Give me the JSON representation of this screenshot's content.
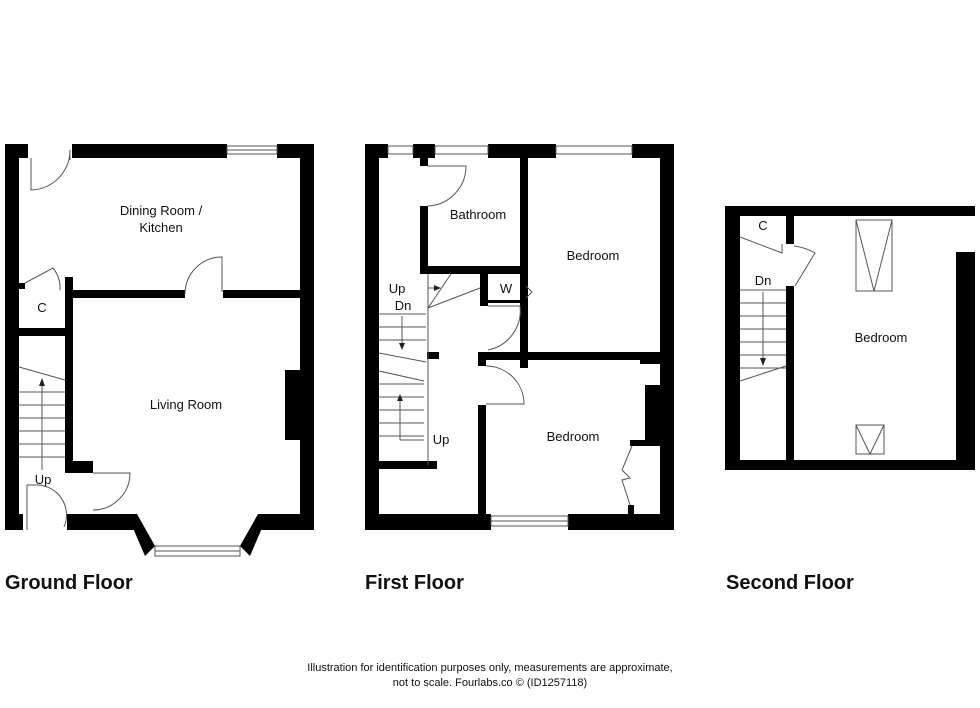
{
  "floors": [
    {
      "title": "Ground Floor",
      "rooms": [
        "Dining Room /",
        "Kitchen",
        "C",
        "Living Room"
      ],
      "stairs_label": "Up"
    },
    {
      "title": "First Floor",
      "rooms": [
        "Bathroom",
        "Bedroom",
        "W",
        "Bedroom"
      ],
      "stairs_labels": [
        "Up",
        "Dn",
        "Up"
      ]
    },
    {
      "title": "Second Floor",
      "rooms": [
        "C",
        "Bedroom"
      ],
      "stairs_label": "Dn"
    }
  ],
  "disclaimer": {
    "line1": "Illustration for identification purposes only, measurements are approximate,",
    "line2": "not to scale. Fourlabs.co © (ID1257118)"
  },
  "colors": {
    "wall": "#000000",
    "background": "#ffffff",
    "line": "#555555"
  }
}
